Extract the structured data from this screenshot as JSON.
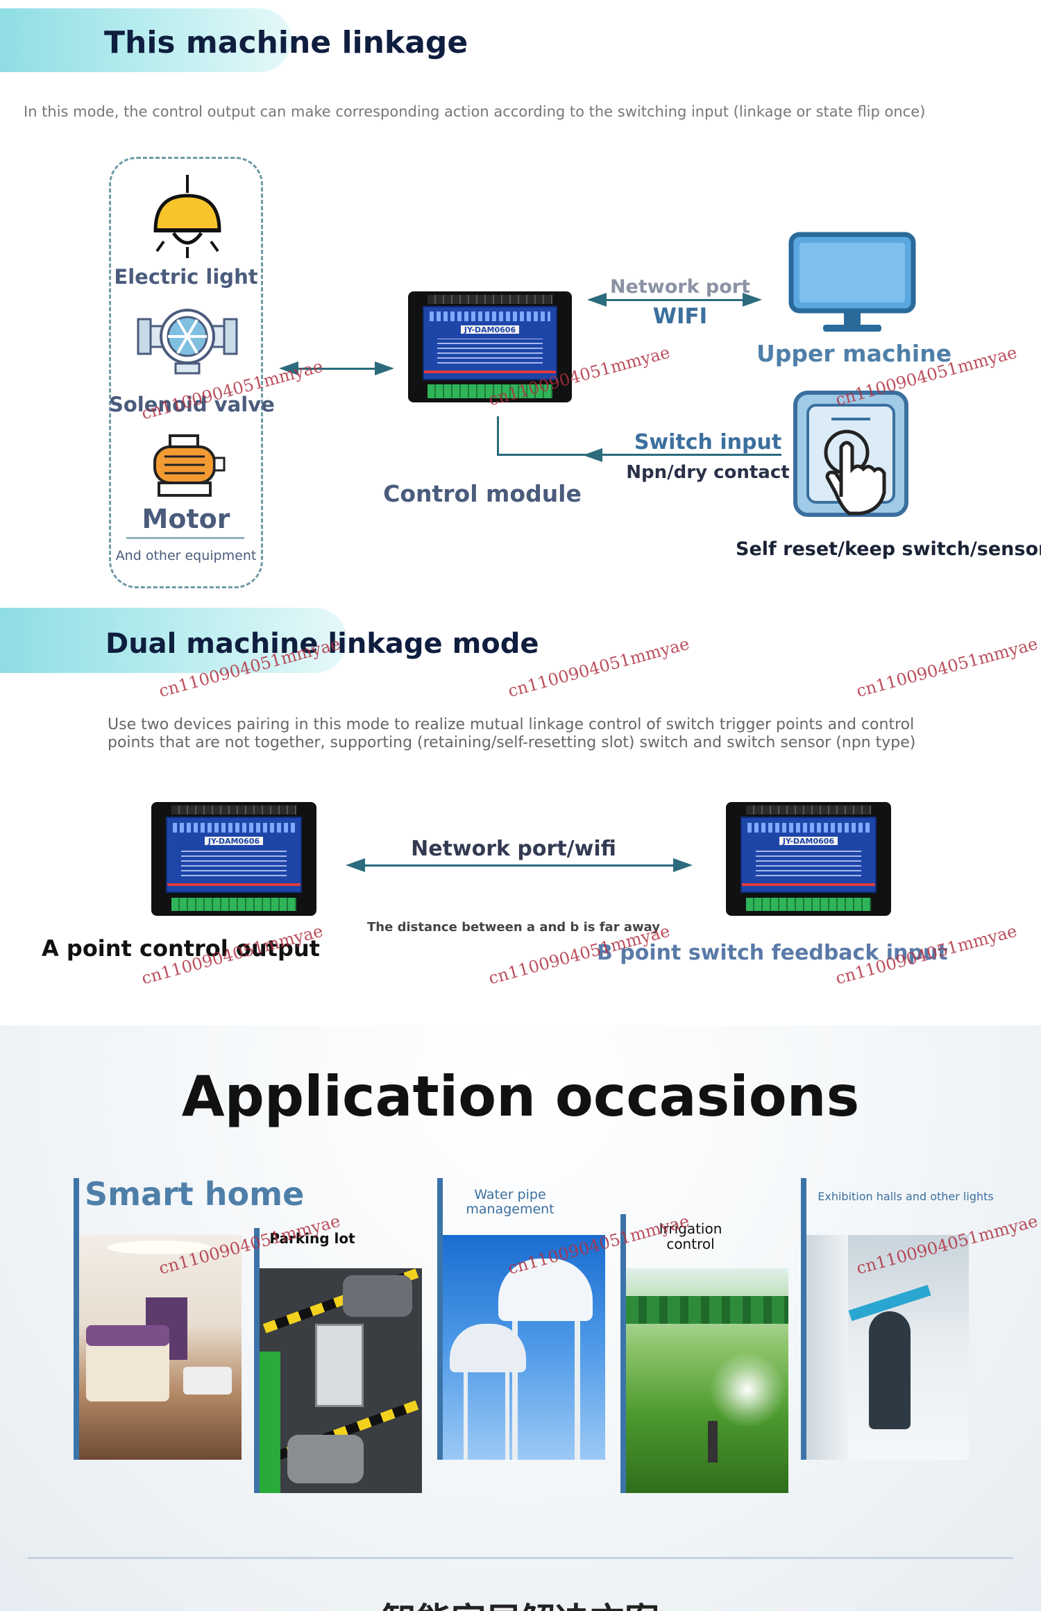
{
  "section1": {
    "title": "This machine linkage",
    "description": "In this mode, the control output can make corresponding action according to the switching input (linkage or state flip once)",
    "devices": {
      "light_label": "Electric light",
      "valve_label": "Solenoid valve",
      "motor_label": "Motor",
      "other_label": "And other equipment"
    },
    "network_label_1": "Network port",
    "network_label_2": "WIFI",
    "upper_machine_label": "Upper machine",
    "switch_input_label": "Switch input",
    "switch_input_sub": "Npn/dry contact",
    "control_module_label": "Control module",
    "switch_sensor_label": "Self reset/keep switch/sensor",
    "module_model": "JY-DAM0606"
  },
  "section2": {
    "title": "Dual machine linkage mode",
    "description_line1": "Use two devices pairing in this mode to realize mutual linkage control of switch trigger points and control",
    "description_line2": "points that are not together, supporting (retaining/self-resetting slot) switch and switch sensor (npn type)",
    "link_label": "Network port/wifi",
    "distance_note": "The distance between a and b is far away",
    "a_label": "A point control output",
    "b_label": "B point switch feedback input",
    "module_model": "JY-DAM0606"
  },
  "applications": {
    "title": "Application occasions",
    "items": [
      {
        "label": "Smart home"
      },
      {
        "label": "Parking lot"
      },
      {
        "label": "Water pipe management"
      },
      {
        "label": "Irrigation control"
      },
      {
        "label": "Exhibition halls and other lights"
      }
    ],
    "footer_heading": "智能家居解决方案"
  },
  "watermark": "cn1100904051mmyae",
  "colors": {
    "header_band": "#8fdde4",
    "title_dark": "#0f1e3f",
    "label_slate": "#4a5b7c",
    "label_blue": "#3b6f9e",
    "arrow": "#2b6b7d",
    "module_blue": "#1e45a8",
    "app_bar": "#3d74a8"
  }
}
